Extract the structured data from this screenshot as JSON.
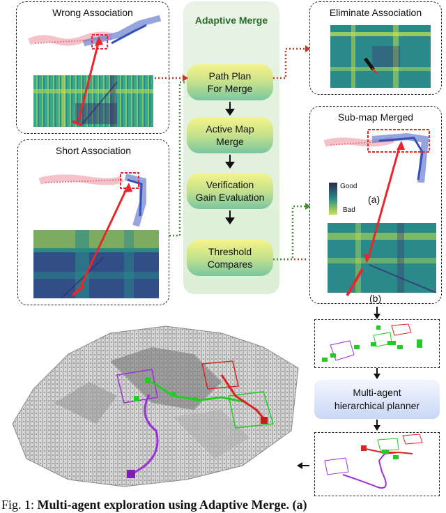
{
  "panels": {
    "wrong": {
      "title": "Wrong Association"
    },
    "short": {
      "title": "Short Association"
    },
    "eliminate": {
      "title": "Eliminate Association"
    },
    "merged": {
      "title": "Sub-map Merged"
    }
  },
  "adaptive_merge": {
    "title": "Adaptive Merge",
    "steps": [
      {
        "line1": "Path Plan",
        "line2": "For Merge"
      },
      {
        "line1": "Active Map",
        "line2": "Merge"
      },
      {
        "line1": "Verification",
        "line2": "Gain Evaluation"
      },
      {
        "line1": "Threshold",
        "line2": "Compares"
      }
    ]
  },
  "legend": {
    "good": "Good",
    "bad": "Bad"
  },
  "labels": {
    "a": "(a)",
    "b": "(b)"
  },
  "planner": {
    "line1": "Multi-agent",
    "line2": "hierarchical planner"
  },
  "caption": {
    "prefix": "Fig. 1:",
    "text": "Multi-agent exploration using Adaptive Merge. (a)"
  },
  "colors": {
    "red_arrow": "#e8262b",
    "dotted_red": "#c0392b",
    "dotted_green": "#4a8a3a",
    "heat_dark": "#3b2a6e",
    "heat_mid": "#2a8a8a",
    "heat_bright": "#c9e34a",
    "path_green": "#22cc22",
    "path_purple": "#9b30d6",
    "path_red": "#dd2222"
  }
}
